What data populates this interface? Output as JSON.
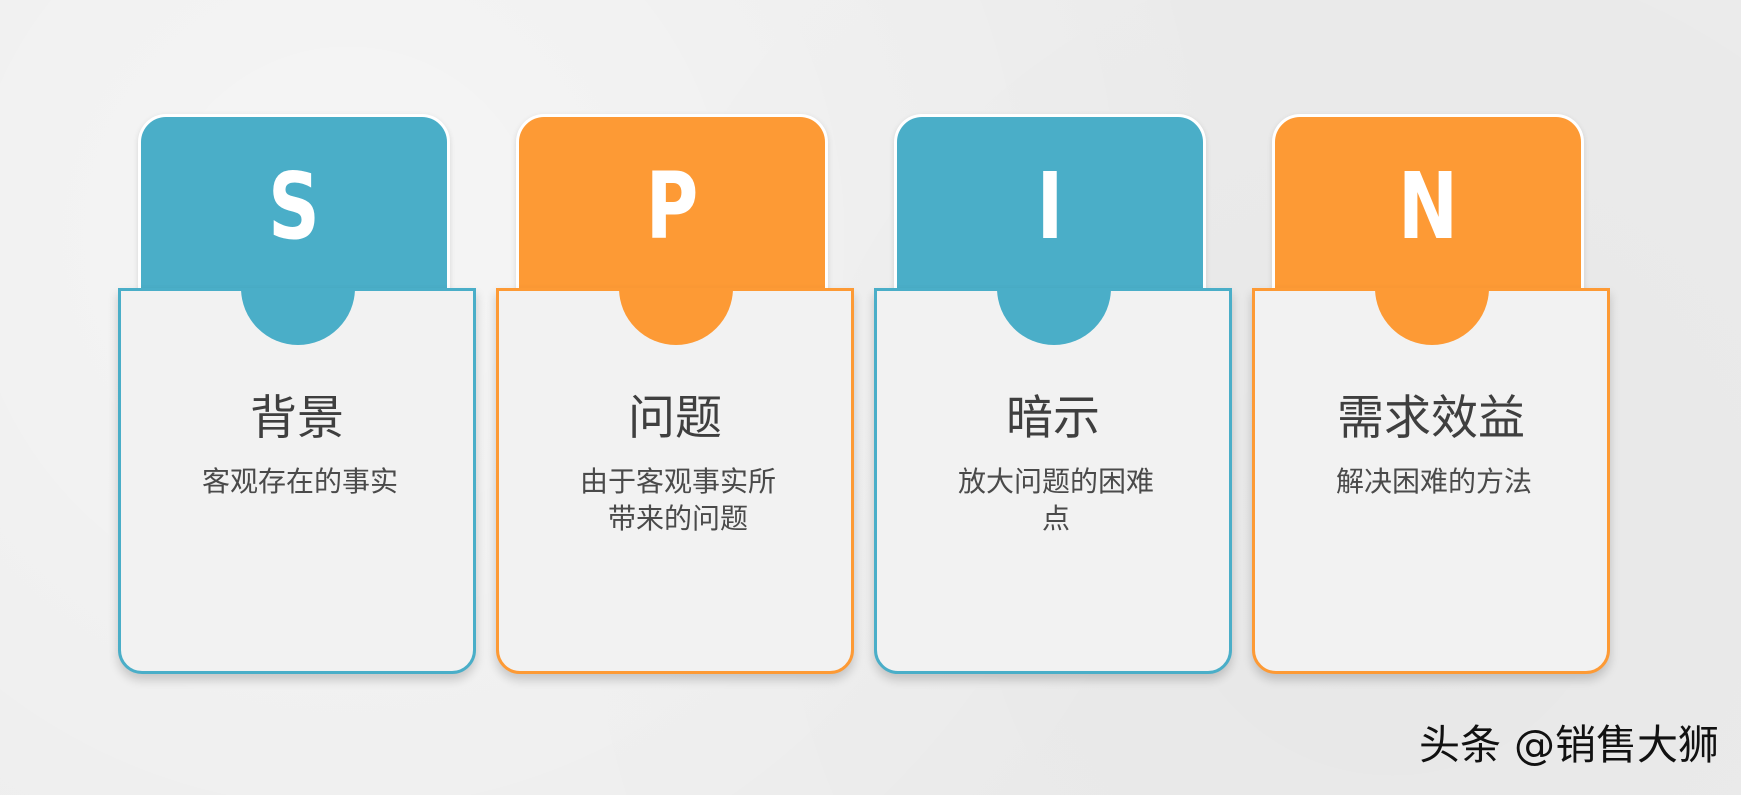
{
  "cards": [
    {
      "letter": "S",
      "title": "背景",
      "description": "客观存在的事实",
      "color": "#4aaec8"
    },
    {
      "letter": "P",
      "title": "问题",
      "description": "由于客观事实所带来的问题",
      "color": "#fd9a35"
    },
    {
      "letter": "I",
      "title": "暗示",
      "description": "放大问题的困难点",
      "color": "#4aaec8"
    },
    {
      "letter": "N",
      "title": "需求效益",
      "description": "解决困难的方法",
      "color": "#fd9a35"
    }
  ],
  "watermark": "头条 @销售大狮"
}
